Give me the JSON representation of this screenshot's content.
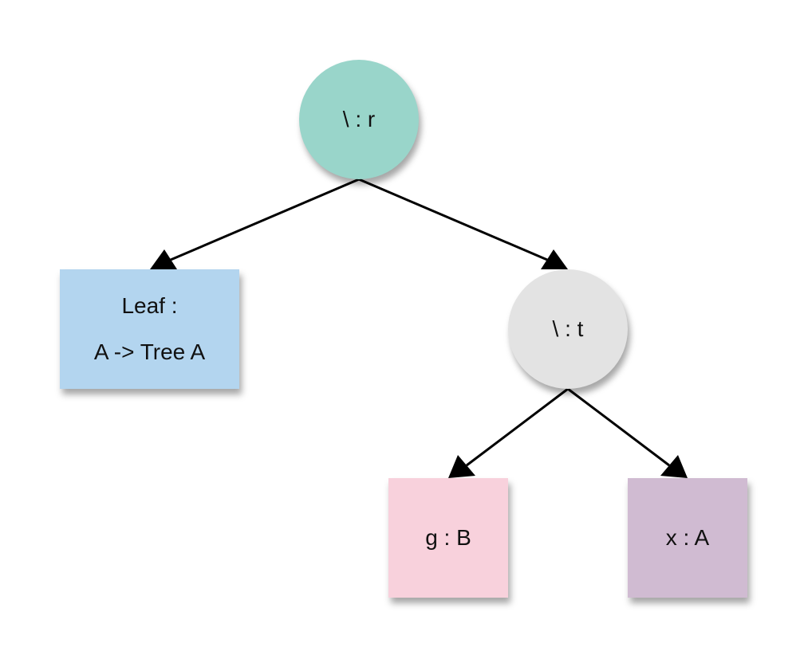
{
  "nodes": {
    "root": {
      "label": "\\ : r",
      "color": "#99d5ca"
    },
    "leaf": {
      "label_line1": "Leaf :",
      "label_line2": "A -> Tree A",
      "color": "#b3d5ef"
    },
    "t": {
      "label": "\\ : t",
      "color": "#e3e3e3"
    },
    "g": {
      "label": "g : B",
      "color": "#f8d1dc"
    },
    "x": {
      "label": "x : A",
      "color": "#d0bbd2"
    }
  },
  "edges": [
    {
      "from": "root",
      "to": "leaf"
    },
    {
      "from": "root",
      "to": "t"
    },
    {
      "from": "t",
      "to": "g"
    },
    {
      "from": "t",
      "to": "x"
    }
  ],
  "edge_color": "#000000"
}
